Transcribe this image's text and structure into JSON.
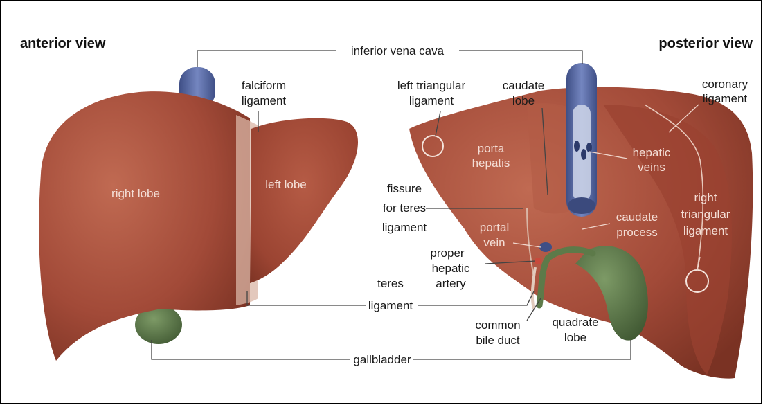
{
  "headings": {
    "anterior": "anterior view",
    "posterior": "posterior view"
  },
  "labels": {
    "inferior_vena_cava": "inferior vena cava",
    "falciform_1": "falciform",
    "falciform_2": "ligament",
    "right_lobe": "right lobe",
    "left_lobe": "left lobe",
    "left_triangular_1": "left triangular",
    "left_triangular_2": "ligament",
    "caudate_lobe_1": "caudate",
    "caudate_lobe_2": "lobe",
    "coronary_1": "coronary",
    "coronary_2": "ligament",
    "porta_hepatis_1": "porta",
    "porta_hepatis_2": "hepatis",
    "hepatic_veins_1": "hepatic",
    "hepatic_veins_2": "veins",
    "fissure_1": "fissure",
    "fissure_2": "for teres",
    "fissure_3": "ligament",
    "right_triangular_1": "right",
    "right_triangular_2": "triangular",
    "right_triangular_3": "ligament",
    "portal_vein_1": "portal",
    "portal_vein_2": "vein",
    "caudate_process_1": "caudate",
    "caudate_process_2": "process",
    "proper_hepatic_1": "proper",
    "proper_hepatic_2": "hepatic",
    "proper_hepatic_3": "artery",
    "teres_1": "teres",
    "teres_2": "ligament",
    "common_bile_1": "common",
    "common_bile_2": "bile duct",
    "quadrate_1": "quadrate",
    "quadrate_2": "lobe",
    "gallbladder": "gallbladder"
  },
  "colors": {
    "liver": "#a24a38",
    "liver_dark": "#7d3325",
    "liver_light": "#bf6650",
    "vena_cava": "#5a6fa8",
    "gallbladder": "#4f6a3f",
    "ligament": "#d9b6a6"
  }
}
